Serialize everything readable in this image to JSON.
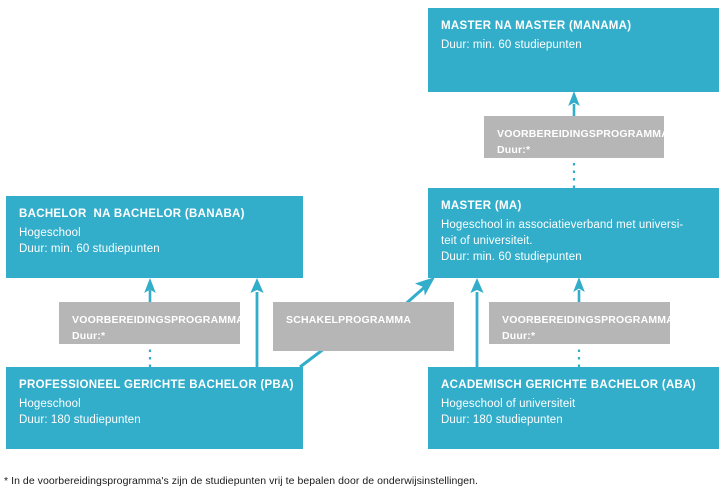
{
  "colors": {
    "teal": "#32ADCA",
    "gray": "#B6B6B6",
    "text_on_fill": "#FFFFFF",
    "footnote_text": "#1A1A1A",
    "background": "#FFFFFF"
  },
  "nodes": {
    "manama": {
      "title": "MASTER NA MASTER (MANAMA)",
      "lines": [
        "Duur: min. 60 studiepunten"
      ]
    },
    "prep_manama": {
      "title": "VOORBEREIDINGSPROGRAMMA",
      "lines": [
        "Duur:*"
      ]
    },
    "master": {
      "title": "MASTER (MA)",
      "lines": [
        "Hogeschool in associatieverband met universi-",
        "teit of universiteit.",
        "Duur: min. 60 studiepunten"
      ]
    },
    "banaba": {
      "title": "BACHELOR  NA BACHELOR (BANABA)",
      "lines": [
        "Hogeschool",
        "Duur: min. 60 studiepunten"
      ]
    },
    "prep_banaba": {
      "title": "VOORBEREIDINGSPROGRAMMA",
      "lines": [
        "Duur:*"
      ]
    },
    "schakel": {
      "title": "SCHAKELPROGRAMMA",
      "lines": []
    },
    "prep_aba": {
      "title": "VOORBEREIDINGSPROGRAMMA",
      "lines": [
        "Duur:*"
      ]
    },
    "pba": {
      "title": "PROFESSIONEEL GERICHTE BACHELOR (PBA)",
      "lines": [
        "Hogeschool",
        "Duur: 180 studiepunten"
      ]
    },
    "aba": {
      "title": "ACADEMISCH GERICHTE BACHELOR (ABA)",
      "lines": [
        "Hogeschool of universiteit",
        "Duur: 180 studiepunten"
      ]
    }
  },
  "footnote": {
    "text": "* In de voorbereidingsprogramma's zijn de studiepunten vrij te bepalen door de onderwijsinstellingen."
  },
  "connectors": [
    {
      "name": "aba-to-prep-manama-dotted",
      "style": "dotted",
      "from": "master",
      "to": "prep_manama"
    },
    {
      "name": "prep-manama-to-manama-arrow",
      "style": "solid-arrow",
      "from": "prep_manama",
      "to": "manama"
    },
    {
      "name": "aba-to-prep-aba-dotted",
      "style": "dotted",
      "from": "aba",
      "to": "prep_aba"
    },
    {
      "name": "prep-aba-to-master-arrow",
      "style": "solid-arrow",
      "from": "prep_aba",
      "to": "master"
    },
    {
      "name": "aba-to-master-arrow",
      "style": "solid-arrow",
      "from": "aba",
      "to": "master"
    },
    {
      "name": "pba-to-master-diagonal-arrow",
      "style": "solid-arrow-diagonal",
      "from": "pba",
      "to": "master",
      "via": "schakel"
    },
    {
      "name": "pba-to-banaba-arrow",
      "style": "solid-arrow",
      "from": "pba",
      "to": "banaba"
    },
    {
      "name": "pba-to-prep-banaba-dotted",
      "style": "dotted",
      "from": "pba",
      "to": "prep_banaba"
    },
    {
      "name": "prep-banaba-to-banaba-arrow",
      "style": "solid-arrow",
      "from": "prep_banaba",
      "to": "banaba"
    }
  ]
}
